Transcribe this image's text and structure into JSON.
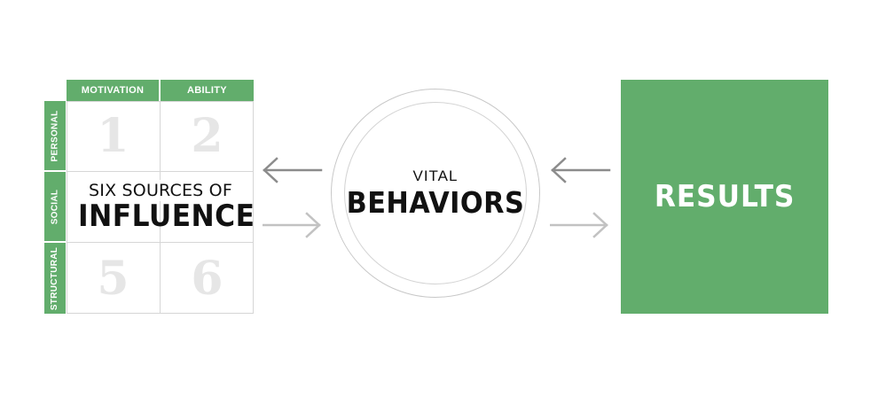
{
  "grid": {
    "columns": [
      "MOTIVATION",
      "ABILITY"
    ],
    "rows": [
      "PERSONAL",
      "SOCIAL",
      "STRUCTURAL"
    ],
    "numbers": [
      "1",
      "2",
      "5",
      "6"
    ],
    "title_small": "SIX SOURCES OF",
    "title_big": "INFLUENCE"
  },
  "center": {
    "title_small": "VITAL",
    "title_big": "BEHAVIORS"
  },
  "results": {
    "label": "RESULTS"
  },
  "colors": {
    "accent_green": "#62ad6c",
    "arrow_dark": "#8c8c8c",
    "arrow_light": "#c2c2c2"
  }
}
